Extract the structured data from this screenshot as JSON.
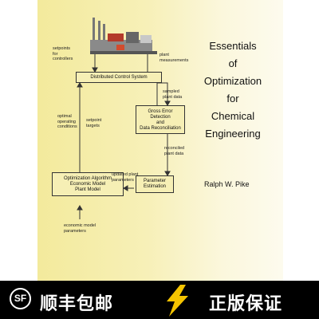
{
  "title_lines": [
    "Essentials",
    "of",
    "Optimization",
    "for",
    "Chemical",
    "Engineering"
  ],
  "author": "Ralph W. Pike",
  "diagram": {
    "dcs": "Distributed Control System",
    "gross_error": "Gross Error\nDetection\nand\nData Reconciliation",
    "param": "Parameter\nEstimation",
    "opt": "Optimization Algorithm\nEconomic Model\nPlant Model",
    "setpoints_controllers": "setpoints\nfor\ncontrollers",
    "plant_measurements": "plant\nmeasurements",
    "sampled": "sampled\nplant data",
    "reconciled": "reconciled\nplant data",
    "updated": "updated plant\nparameters",
    "optimal": "optimal\noperating\nconditions",
    "targets": "setpoint\ntargets",
    "economic": "economic model\nparameters"
  },
  "footer": {
    "badge_icon": "SF",
    "left": "顺丰包邮",
    "right": "正版保证",
    "accent_color": "#f5c400"
  }
}
